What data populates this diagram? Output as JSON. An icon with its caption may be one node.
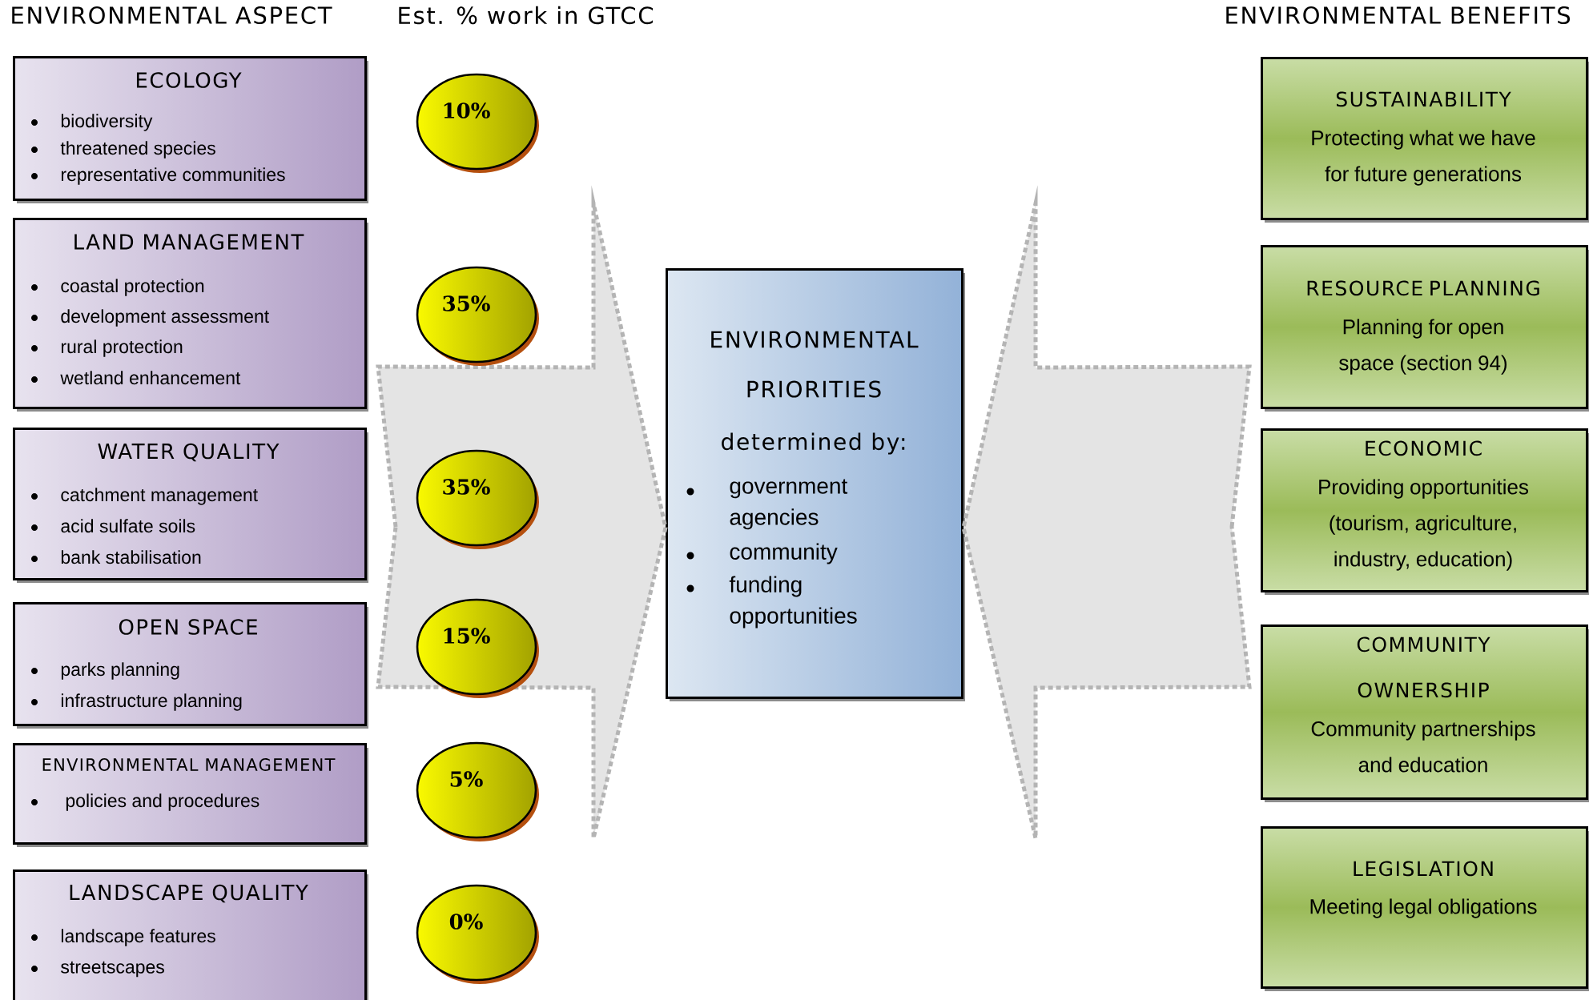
{
  "diagram": {
    "nodes": [
      {
        "text": [
          "ECOLOGY",
          "biodiversity",
          "threatened species",
          "representative communities"
        ]
      },
      {
        "text": [
          "LAND MANAGEMENT",
          "coastal protection",
          "development assessment",
          "rural protection",
          "wetland enhancement"
        ]
      },
      {
        "text": [
          "WATER QUALITY",
          "catchment management",
          "acid sulfate soils",
          "bank stabilisation"
        ]
      },
      {
        "text": [
          "OPEN SPACE",
          "parks planning",
          "infrastructure planning"
        ]
      },
      {
        "text": [
          "ENVIRONMENTAL MANAGEMENT",
          "policies and procedures"
        ]
      },
      {
        "text": [
          "LANDSCAPE QUALITY",
          "landscape features",
          "streetscapes"
        ]
      },
      {
        "text": [
          "10%"
        ]
      },
      {
        "text": [
          "35%"
        ]
      },
      {
        "text": [
          "35%"
        ]
      },
      {
        "text": [
          "15%"
        ]
      },
      {
        "text": [
          "5%"
        ]
      },
      {
        "text": [
          "0%"
        ]
      },
      {
        "text": [
          "ENVIRONMENTAL PRIORITIES",
          "determined by:",
          "government agencies",
          "community",
          "funding opportunities"
        ]
      },
      {
        "text": [
          "SUSTAINABILITY",
          "Protecting what we have for future generations"
        ]
      },
      {
        "text": [
          "RESOURCE PLANNING",
          "Planning for open space (section 94)"
        ]
      },
      {
        "text": [
          "ECONOMIC",
          "Providing opportunities (tourism, agriculture, industry, education)"
        ]
      },
      {
        "text": [
          "COMMUNITY OWNERSHIP",
          "Community partnerships and education"
        ]
      },
      {
        "text": [
          "LEGISLATION",
          "Meeting legal obligations"
        ]
      }
    ],
    "edges": [
      {
        "from": null,
        "to": 12,
        "arrow": "to"
      },
      {
        "from": null,
        "to": 12,
        "arrow": "to"
      }
    ],
    "labels": [
      "ENVIRONMENTAL ASPECT",
      "Est. % work in GTCC",
      "ENVIRONMENTAL BENEFITS"
    ]
  }
}
